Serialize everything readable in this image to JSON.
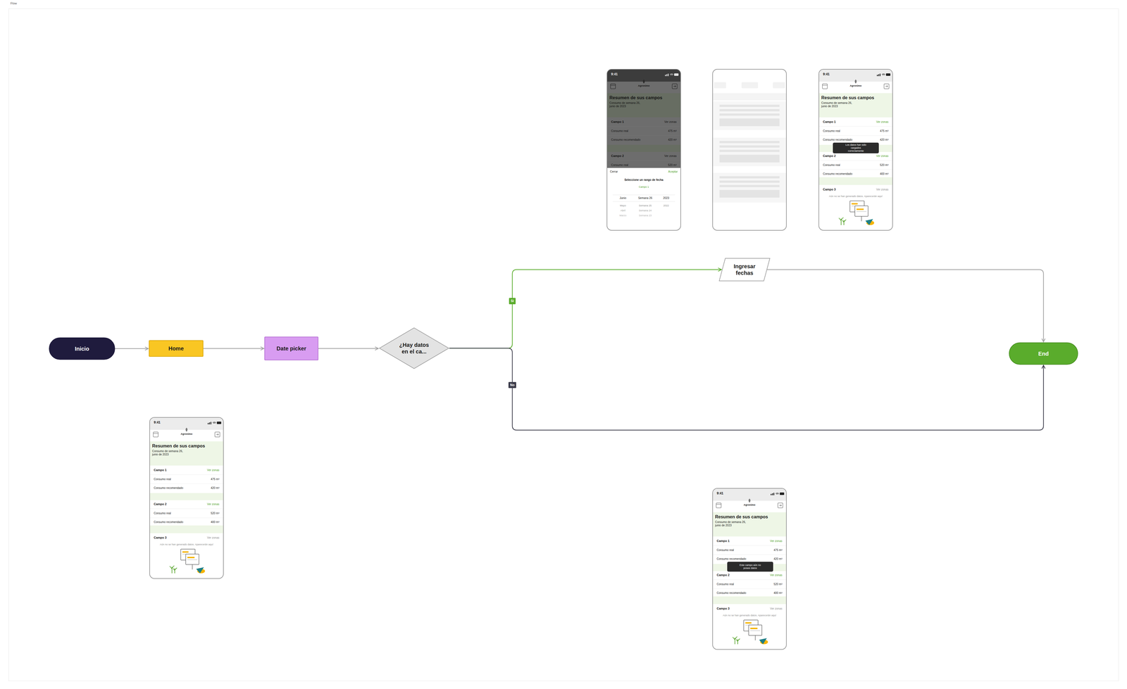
{
  "diagram": {
    "nodes": [
      {
        "text": [
          "Inicio"
        ]
      },
      {
        "text": [
          "Home"
        ]
      },
      {
        "text": [
          "Date picker"
        ]
      },
      {
        "text": [
          "¿Hay datos en el ca..."
        ]
      },
      {
        "text": [
          "Ingresar fechas"
        ]
      },
      {
        "text": [
          "End"
        ]
      },
      {
        "text": [
          "9:41",
          "Agronimo",
          "Resumen de sus campos",
          "Consumo de semana 26, junio de 2023",
          "Campo 1",
          "Ver zonas",
          "Consumo real",
          "475 m³",
          "Consumo recomendado",
          "420 m³",
          "Campo 2",
          "Ver zonas",
          "Consumo real",
          "520 m³",
          "Consumo recomendado",
          "400 m³",
          "Campo 3",
          "Ver zonas",
          "Aún no se han generado datos. Aparecerán aquí"
        ]
      },
      {
        "text": [
          "9:41",
          "Agronimo",
          "Resumen de sus campos",
          "Consumo de semana 26, junio de 2023",
          "Campo 1",
          "Ver zonas",
          "Consumo real",
          "475 m³",
          "Consumo recomendado",
          "420 m³",
          "Campo 2",
          "Ver zonas",
          "Consumo real",
          "520 m³"
        ]
      },
      {
        "text": [
          "Cerrar",
          "Aceptar",
          "Seleccione un rango de fecha",
          "Campo 1",
          "Junio",
          "Semana 26",
          "2023",
          "Mayo",
          "Semana 25",
          "2022",
          "Abril",
          "Semana 24",
          "Marzo",
          "Semana 23"
        ],
        "in": 7
      },
      {
        "text": [
          "9:41",
          "Agronimo",
          "Resumen de sus campos",
          "Consumo de semana 26, junio de 2023",
          "Campo 1",
          "Ver zonas",
          "Consumo real",
          "475 m³",
          "Consumo recomendado",
          "420 m³",
          "Campo 2",
          "Ver zonas",
          "Consumo real",
          "520 m³",
          "Consumo recomendado",
          "400 m³",
          "Campo 3",
          "Ver zonas",
          "Aún no se han generado datos. Aparecerán aquí"
        ]
      },
      {
        "text": [
          "Los datos han sido cargados correctamente"
        ],
        "in": 9
      },
      {
        "text": [
          "9:41",
          "Agronimo",
          "Resumen de sus campos",
          "Consumo de semana 26, junio de 2023",
          "Campo 1",
          "Ver zonas",
          "Consumo real",
          "475 m³",
          "Consumo recomendado",
          "420 m³",
          "Campo 2",
          "Ver zonas",
          "Consumo real",
          "520 m³",
          "Consumo recomendado",
          "400 m³",
          "Campo 3",
          "Ver zonas",
          "Aún no se han generado datos. Aparecerán aquí"
        ]
      },
      {
        "text": [
          "Este campo aún no posee datos"
        ],
        "in": 11
      }
    ],
    "edges": [
      {
        "from": 0,
        "to": 1,
        "arrow": "to"
      },
      {
        "from": 1,
        "to": 2,
        "arrow": "to"
      },
      {
        "from": 2,
        "to": 3,
        "arrow": "to"
      },
      {
        "from": 3,
        "to": 4,
        "label": "Si",
        "arrow": "to"
      },
      {
        "from": 3,
        "to": 5,
        "label": "No",
        "arrow": "to"
      },
      {
        "from": 4,
        "to": 5,
        "arrow": "to"
      }
    ],
    "labels": [
      "Flow"
    ]
  }
}
